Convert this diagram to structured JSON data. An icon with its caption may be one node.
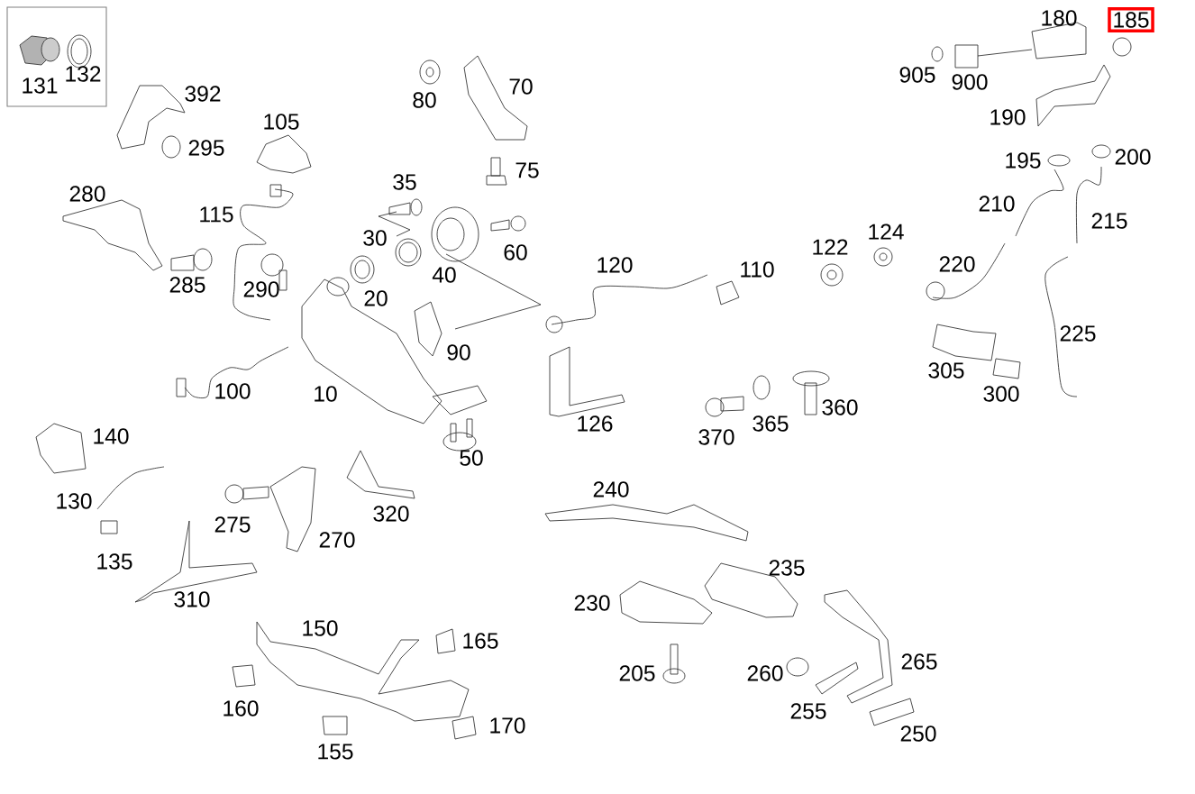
{
  "diagram": {
    "labels": [
      "180",
      "185",
      "131",
      "132",
      "392",
      "80",
      "70",
      "905",
      "900",
      "105",
      "190",
      "295",
      "195",
      "200",
      "75",
      "35",
      "280",
      "210",
      "115",
      "215",
      "30",
      "124",
      "60",
      "122",
      "40",
      "120",
      "110",
      "220",
      "285",
      "290",
      "20",
      "225",
      "90",
      "305",
      "100",
      "10",
      "300",
      "360",
      "126",
      "365",
      "140",
      "370",
      "50",
      "240",
      "130",
      "275",
      "320",
      "270",
      "135",
      "235",
      "310",
      "230",
      "150",
      "165",
      "265",
      "205",
      "260",
      "160",
      "255",
      "170",
      "250",
      "155"
    ]
  }
}
